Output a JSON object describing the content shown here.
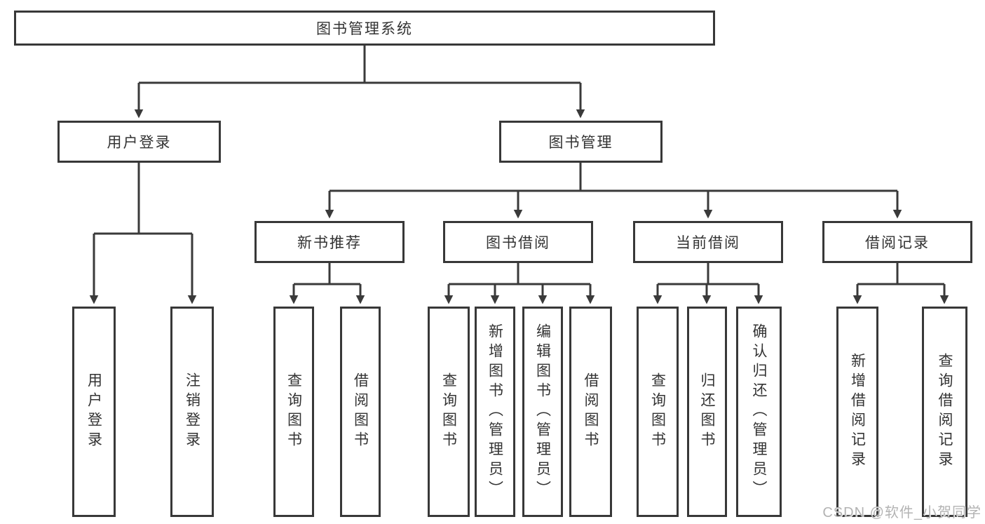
{
  "diagram": {
    "title": "图书管理系统",
    "branches": [
      {
        "label": "用户登录",
        "children": [
          {
            "label": "用户登录"
          },
          {
            "label": "注销登录"
          }
        ]
      },
      {
        "label": "图书管理",
        "children": [
          {
            "label": "新书推荐",
            "children": [
              {
                "label": "查询图书"
              },
              {
                "label": "借阅图书"
              }
            ]
          },
          {
            "label": "图书借阅",
            "children": [
              {
                "label": "查询图书"
              },
              {
                "label": "新增图书（管理员）"
              },
              {
                "label": "编辑图书（管理员）"
              },
              {
                "label": "借阅图书"
              }
            ]
          },
          {
            "label": "当前借阅",
            "children": [
              {
                "label": "查询图书"
              },
              {
                "label": "归还图书"
              },
              {
                "label": "确认归还（管理员）"
              }
            ]
          },
          {
            "label": "借阅记录",
            "children": [
              {
                "label": "新增借阅记录"
              },
              {
                "label": "查询借阅记录"
              }
            ]
          }
        ]
      }
    ]
  },
  "watermark": {
    "text": "CSDN @软件_小贺同学"
  },
  "colors": {
    "line": "#3a3a3a",
    "border": "#383838",
    "text": "#333333",
    "watermark": "#b3b3b3",
    "background": "#ffffff"
  }
}
